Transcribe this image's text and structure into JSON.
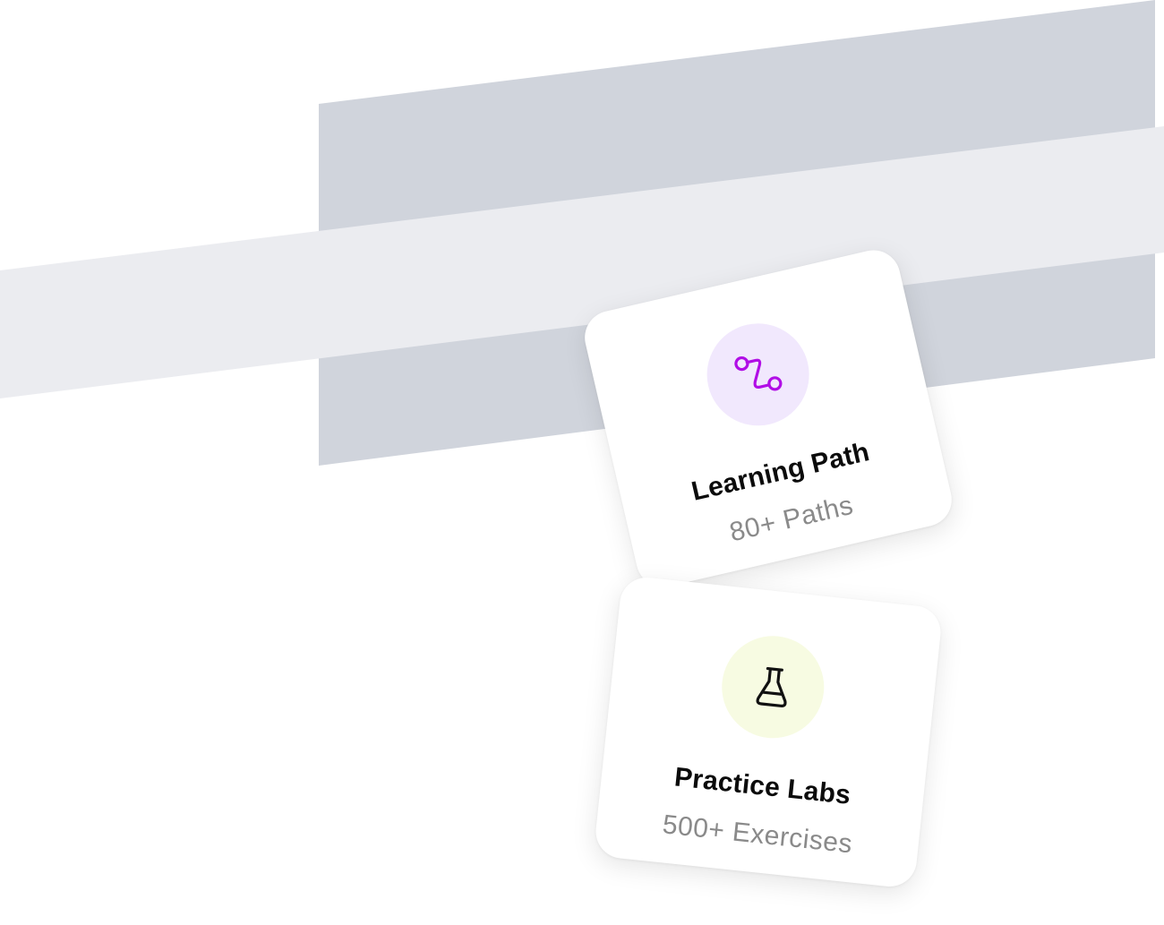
{
  "cards": [
    {
      "title": "Learning Path",
      "subtitle": "80+ Paths",
      "icon": "route-icon",
      "icon_color": "#b10ee6",
      "icon_bg": "#f1e8fd"
    },
    {
      "title": "Practice Labs",
      "subtitle": "500+ Exercises",
      "icon": "flask-icon",
      "icon_color": "#111111",
      "icon_bg": "#f7fbe2"
    }
  ],
  "colors": {
    "band_dark": "#d0d4dc",
    "band_light": "#ebecf0",
    "background": "#ffffff"
  }
}
